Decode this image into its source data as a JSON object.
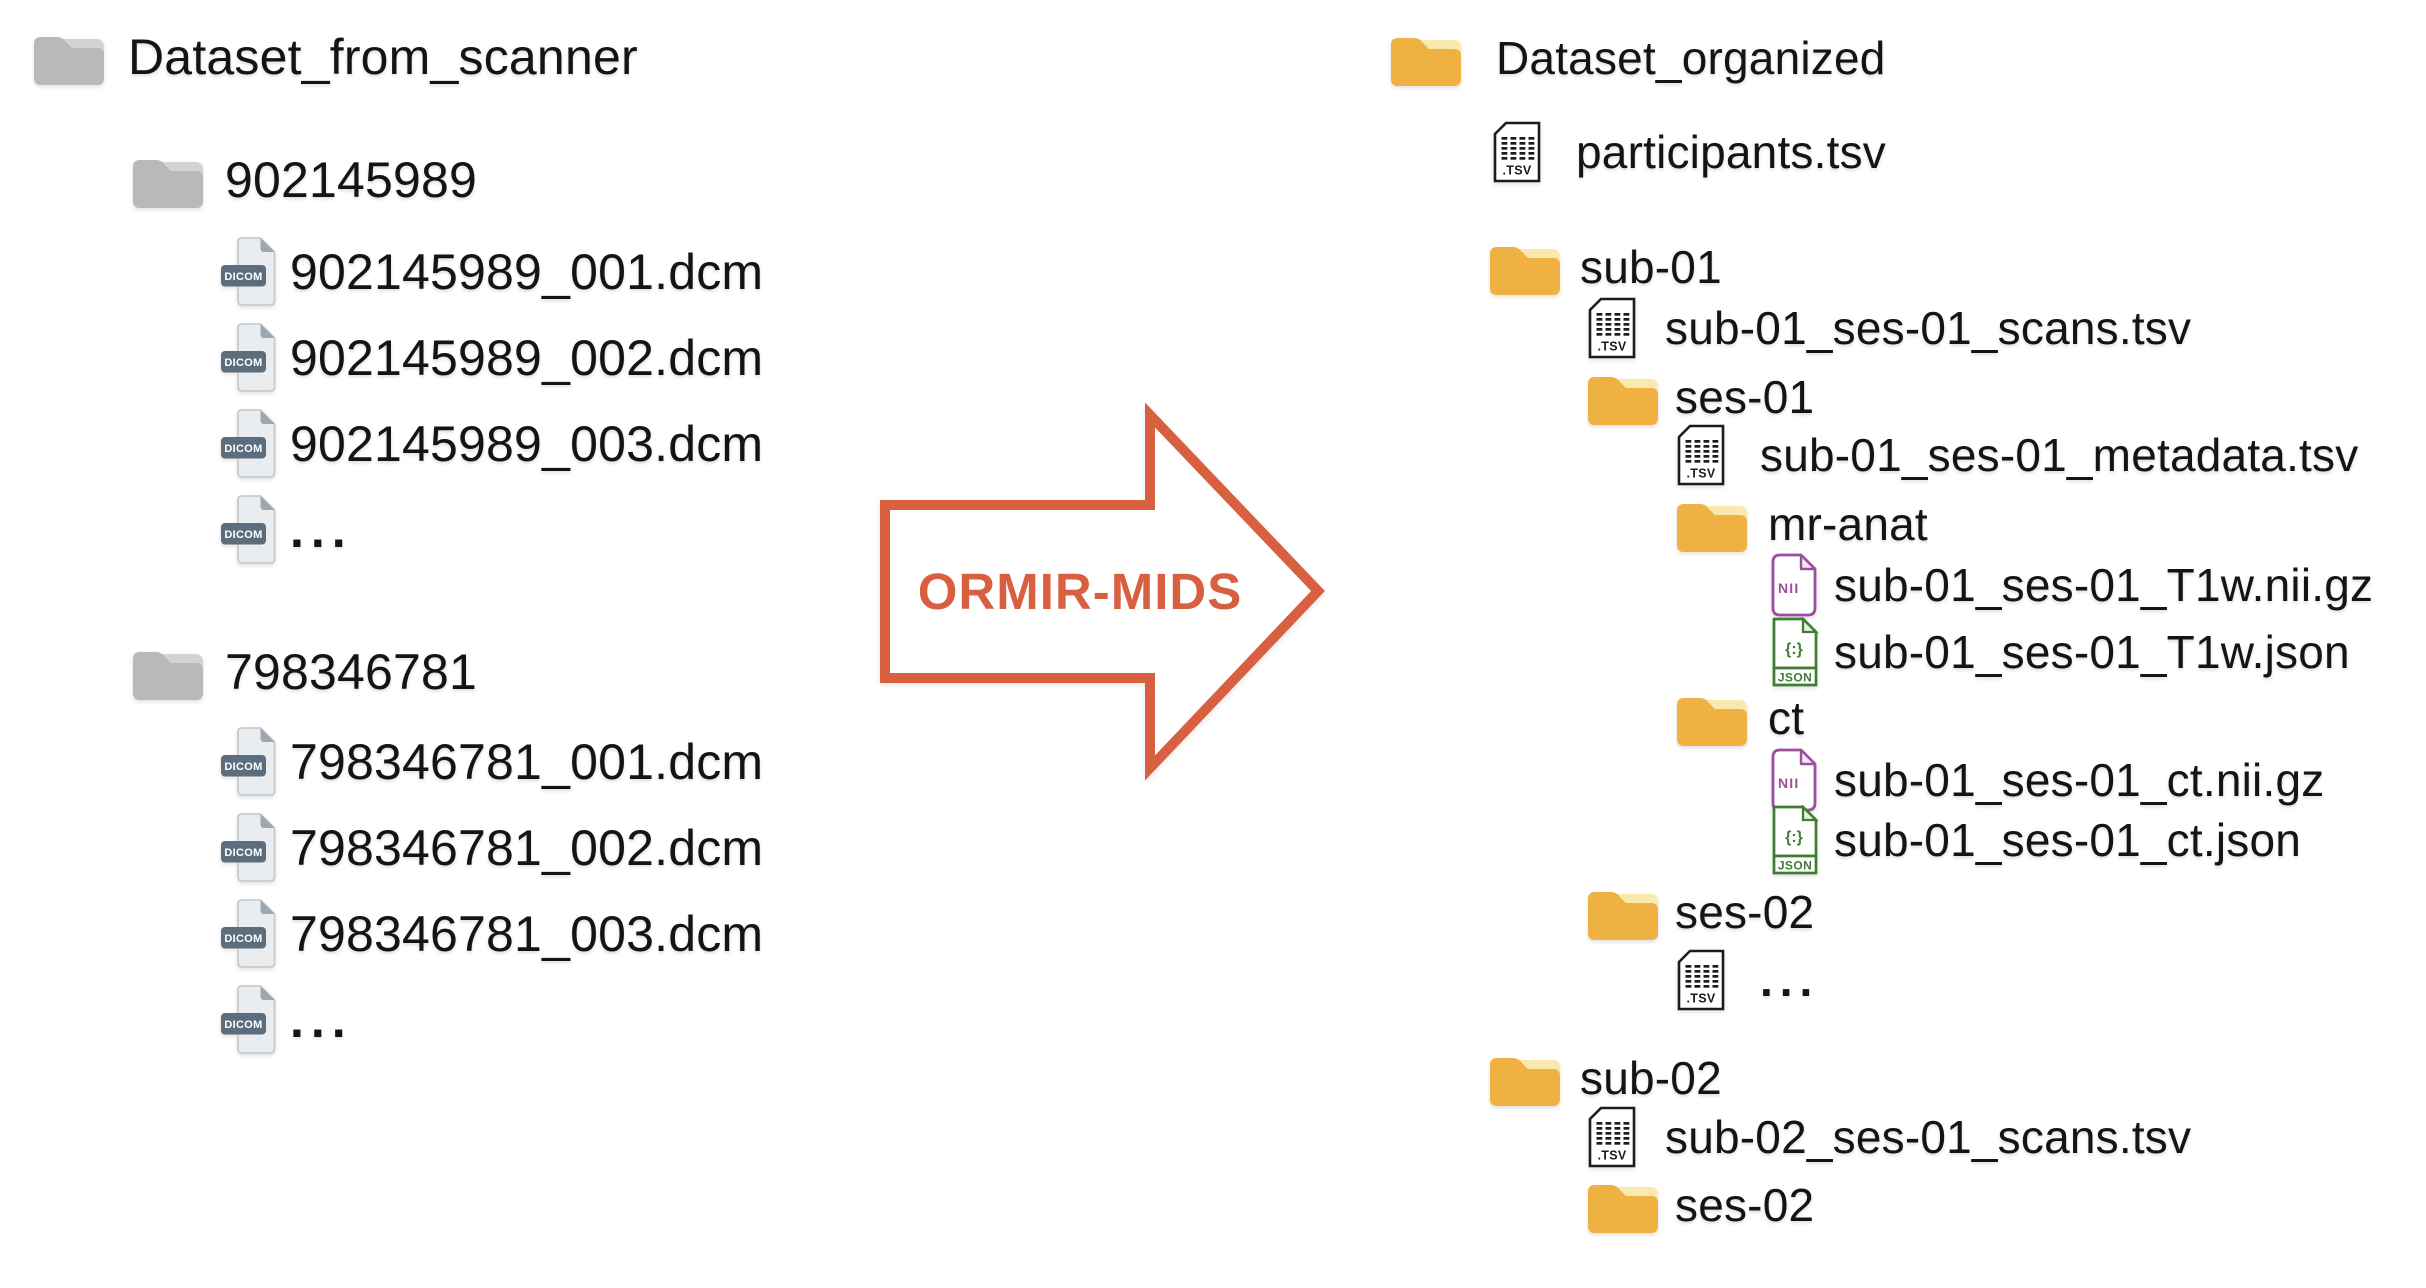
{
  "arrow": {
    "label": "ORMIR-MIDS",
    "color": "#D95F41"
  },
  "icon_labels": {
    "dicom": "DICOM",
    "tsv": ".TSV",
    "nii": "NII",
    "json_symbol": "{:}",
    "json": "JSON"
  },
  "colors": {
    "text": "#141414",
    "folder_gray_front": "#B9B9B9",
    "folder_gray_back": "#D3D3D3",
    "folder_yellow_front": "#F0B143",
    "folder_yellow_back": "#FAE9AE",
    "dicom_badge": "#5C6E7E",
    "dicom_page": "#EAEDF0",
    "dicom_fold": "#9CA7B1",
    "tsv_ink": "#1C1C1C",
    "nii_purple": "#9C4F9C",
    "json_green": "#3F7D33"
  },
  "trees": {
    "left": {
      "rows": [
        {
          "level": 0,
          "type": "folder",
          "icon": "gray-folder-icon",
          "label": "Dataset_from_scanner"
        },
        {
          "level": 1,
          "type": "folder",
          "icon": "gray-folder-icon",
          "label": "902145989"
        },
        {
          "level": 2,
          "type": "file",
          "icon": "dicom-file-icon",
          "label": "902145989_001.dcm"
        },
        {
          "level": 2,
          "type": "file",
          "icon": "dicom-file-icon",
          "label": "902145989_002.dcm"
        },
        {
          "level": 2,
          "type": "file",
          "icon": "dicom-file-icon",
          "label": "902145989_003.dcm"
        },
        {
          "level": 2,
          "type": "file",
          "icon": "dicom-file-icon",
          "label": "..."
        },
        {
          "level": 1,
          "type": "folder",
          "icon": "gray-folder-icon",
          "label": "798346781"
        },
        {
          "level": 2,
          "type": "file",
          "icon": "dicom-file-icon",
          "label": "798346781_001.dcm"
        },
        {
          "level": 2,
          "type": "file",
          "icon": "dicom-file-icon",
          "label": "798346781_002.dcm"
        },
        {
          "level": 2,
          "type": "file",
          "icon": "dicom-file-icon",
          "label": "798346781_003.dcm"
        },
        {
          "level": 2,
          "type": "file",
          "icon": "dicom-file-icon",
          "label": "..."
        }
      ]
    },
    "right": {
      "rows": [
        {
          "level": 0,
          "type": "folder",
          "icon": "yellow-folder-icon",
          "label": "Dataset_organized"
        },
        {
          "level": 1,
          "type": "file",
          "icon": "tsv-file-icon",
          "label": "participants.tsv"
        },
        {
          "level": 1,
          "type": "folder",
          "icon": "yellow-folder-icon",
          "label": "sub-01"
        },
        {
          "level": 2,
          "type": "file",
          "icon": "tsv-file-icon",
          "label": "sub-01_ses-01_scans.tsv"
        },
        {
          "level": 2,
          "type": "folder",
          "icon": "yellow-folder-icon",
          "label": "ses-01"
        },
        {
          "level": 3,
          "type": "file",
          "icon": "tsv-file-icon",
          "label": "sub-01_ses-01_metadata.tsv"
        },
        {
          "level": 3,
          "type": "folder",
          "icon": "yellow-folder-icon",
          "label": "mr-anat"
        },
        {
          "level": 4,
          "type": "file",
          "icon": "nii-file-icon",
          "label": "sub-01_ses-01_T1w.nii.gz"
        },
        {
          "level": 4,
          "type": "file",
          "icon": "json-file-icon",
          "label": "sub-01_ses-01_T1w.json"
        },
        {
          "level": 3,
          "type": "folder",
          "icon": "yellow-folder-icon",
          "label": "ct"
        },
        {
          "level": 4,
          "type": "file",
          "icon": "nii-file-icon",
          "label": "sub-01_ses-01_ct.nii.gz"
        },
        {
          "level": 4,
          "type": "file",
          "icon": "json-file-icon",
          "label": "sub-01_ses-01_ct.json"
        },
        {
          "level": 2,
          "type": "folder",
          "icon": "yellow-folder-icon",
          "label": "ses-02"
        },
        {
          "level": 3,
          "type": "file",
          "icon": "tsv-file-icon",
          "label": "..."
        },
        {
          "level": 1,
          "type": "folder",
          "icon": "yellow-folder-icon",
          "label": "sub-02"
        },
        {
          "level": 2,
          "type": "file",
          "icon": "tsv-file-icon",
          "label": "sub-02_ses-01_scans.tsv"
        },
        {
          "level": 2,
          "type": "folder",
          "icon": "yellow-folder-icon",
          "label": "ses-02"
        }
      ]
    }
  }
}
